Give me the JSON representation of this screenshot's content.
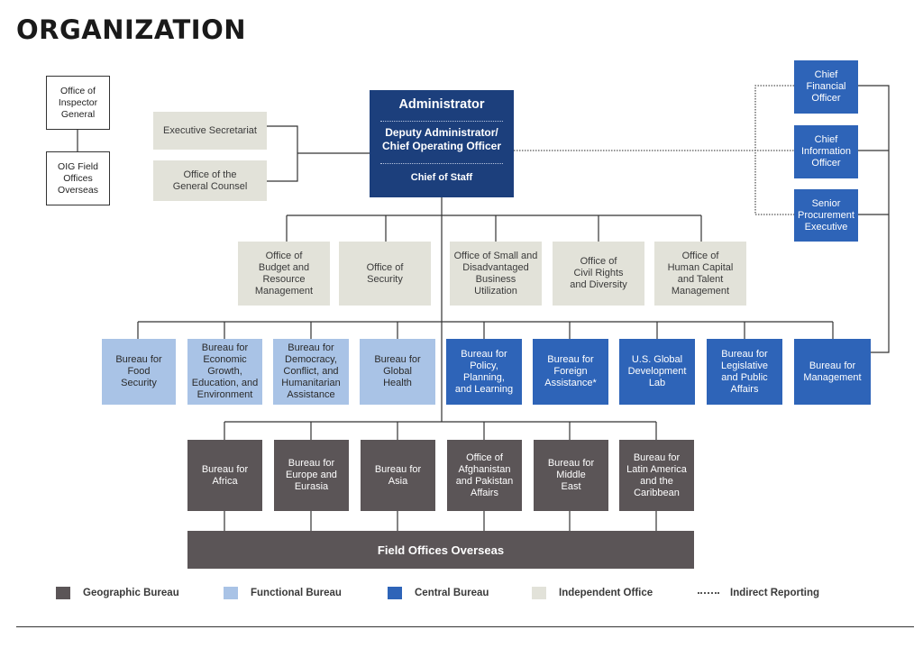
{
  "title": "ORGANIZATION",
  "admin": {
    "title": "Administrator",
    "deputy": "Deputy Administrator/\nChief Operating Officer",
    "chief_of_staff": "Chief of Staff"
  },
  "left_offices": {
    "inspector_general": "Office of\nInspector\nGeneral",
    "oig_field": "OIG Field\nOffices\nOverseas",
    "exec_secretariat": "Executive Secretariat",
    "general_counsel": "Office of the\nGeneral Counsel"
  },
  "right_chiefs": {
    "cfo": "Chief\nFinancial\nOfficer",
    "cio": "Chief\nInformation\nOfficer",
    "spe": "Senior\nProcurement\nExecutive"
  },
  "independent_offices": [
    "Office of\nBudget and\nResource\nManagement",
    "Office of\nSecurity",
    "Office of Small and\nDisadvantaged\nBusiness\nUtilization",
    "Office of\nCivil Rights\nand Diversity",
    "Office of\nHuman Capital\nand Talent\nManagement"
  ],
  "functional_bureaus": [
    "Bureau for\nFood\nSecurity",
    "Bureau for\nEconomic\nGrowth,\nEducation, and\nEnvironment",
    "Bureau for\nDemocracy,\nConflict, and\nHumanitarian\nAssistance",
    "Bureau for\nGlobal\nHealth"
  ],
  "central_bureaus": [
    "Bureau for\nPolicy,\nPlanning,\nand Learning",
    "Bureau for\nForeign\nAssistance*",
    "U.S. Global\nDevelopment\nLab",
    "Bureau for\nLegislative\nand Public\nAffairs",
    "Bureau for\nManagement"
  ],
  "geographic_bureaus": [
    "Bureau for\nAfrica",
    "Bureau for\nEurope and\nEurasia",
    "Bureau for\nAsia",
    "Office of\nAfghanistan\nand Pakistan\nAffairs",
    "Bureau for\nMiddle\nEast",
    "Bureau for\nLatin America\nand the\nCaribbean"
  ],
  "field_offices": "Field Offices Overseas",
  "legend": {
    "geographic": "Geographic Bureau",
    "functional": "Functional Bureau",
    "central": "Central Bureau",
    "independent": "Independent Office",
    "indirect": "Indirect Reporting"
  },
  "colors": {
    "admin": "#1c3f7c",
    "central": "#2e64b8",
    "functional": "#a9c3e6",
    "geographic": "#5b5557",
    "independent": "#e2e2d9"
  }
}
